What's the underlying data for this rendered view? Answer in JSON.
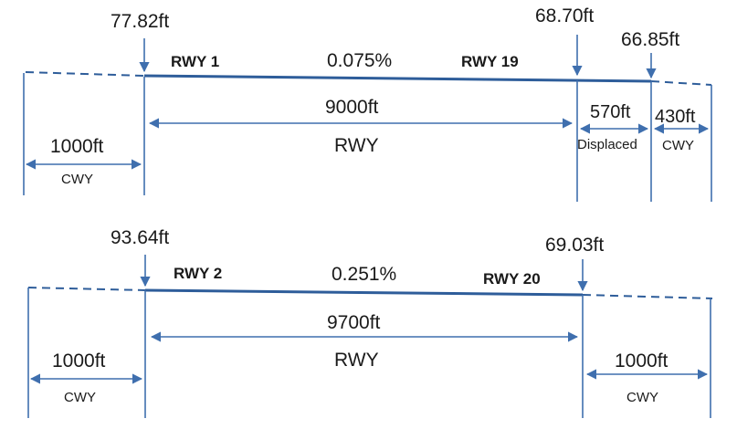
{
  "diagram1": {
    "elev_rwy1": "77.82ft",
    "elev_displaced": "68.70ft",
    "elev_rwy19": "66.85ft",
    "rwy1_label": "RWY 1",
    "slope": "0.075%",
    "rwy19_label": "RWY 19",
    "rwy_length": "9000ft",
    "rwy_text": "RWY",
    "displaced_length": "570ft",
    "displaced_text": "Displaced",
    "cwy_right_length": "430ft",
    "cwy_right_text": "CWY",
    "cwy_left_length": "1000ft",
    "cwy_left_text": "CWY"
  },
  "diagram2": {
    "elev_rwy2": "93.64ft",
    "elev_rwy20": "69.03ft",
    "rwy2_label": "RWY 2",
    "slope": "0.251%",
    "rwy20_label": "RWY 20",
    "rwy_length": "9700ft",
    "rwy_text": "RWY",
    "cwy_left_length": "1000ft",
    "cwy_left_text": "CWY",
    "cwy_right_length": "1000ft",
    "cwy_right_text": "CWY"
  },
  "colors": {
    "runway": "#2e5d9a",
    "lines": "#3f6fae",
    "text": "#1a1a1a"
  }
}
